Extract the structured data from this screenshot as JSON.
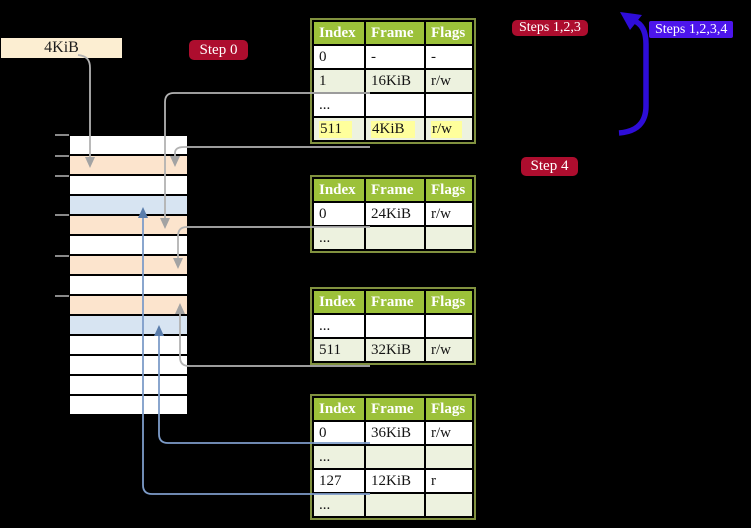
{
  "labels": {
    "frame_size": "4KiB",
    "step0": "Step 0",
    "steps123": "Steps 1,2,3",
    "steps1234": "Steps 1,2,3,4",
    "step4": "Step 4"
  },
  "colors": {
    "badge_red": "#AD0D2E",
    "badge_violet": "#4D15EC",
    "header_green": "#9CC13A",
    "row_green": "#EDF2DF",
    "highlight_yellow": "#FFFF9C",
    "row_peach": "#FCE4CD",
    "row_blue": "#D7E4F2",
    "label_beige": "#FCEED2",
    "gray_line": "#B2B2B2",
    "gray_head": "#A3A3A3",
    "blue_line": "#7D9CC9",
    "blue_head": "#5A7DAC",
    "loop_arrow_blue": "#2E0DD8"
  },
  "tables": [
    {
      "name": "page-table-top",
      "headers": [
        "Index",
        "Frame",
        "Flags"
      ],
      "rows": [
        {
          "cells": [
            "0",
            "-",
            "-"
          ],
          "shade": false,
          "highlight": false
        },
        {
          "cells": [
            "1",
            "16KiB",
            "r/w"
          ],
          "shade": true,
          "highlight": false
        },
        {
          "cells": [
            "...",
            "",
            ""
          ],
          "shade": false,
          "highlight": false
        },
        {
          "cells": [
            "511",
            "4KiB",
            "r/w"
          ],
          "shade": true,
          "highlight": true
        }
      ]
    },
    {
      "name": "page-table-second",
      "headers": [
        "Index",
        "Frame",
        "Flags"
      ],
      "rows": [
        {
          "cells": [
            "0",
            "24KiB",
            "r/w"
          ],
          "shade": false,
          "highlight": false
        },
        {
          "cells": [
            "...",
            "",
            ""
          ],
          "shade": true,
          "highlight": false
        }
      ]
    },
    {
      "name": "page-table-third",
      "headers": [
        "Index",
        "Frame",
        "Flags"
      ],
      "rows": [
        {
          "cells": [
            "...",
            "",
            ""
          ],
          "shade": false,
          "highlight": false
        },
        {
          "cells": [
            "511",
            "32KiB",
            "r/w"
          ],
          "shade": true,
          "highlight": false
        }
      ]
    },
    {
      "name": "page-table-bottom",
      "headers": [
        "Index",
        "Frame",
        "Flags"
      ],
      "rows": [
        {
          "cells": [
            "0",
            "36KiB",
            "r/w"
          ],
          "shade": false,
          "highlight": false
        },
        {
          "cells": [
            "...",
            "",
            ""
          ],
          "shade": true,
          "highlight": false
        },
        {
          "cells": [
            "127",
            "12KiB",
            "r"
          ],
          "shade": false,
          "highlight": false
        },
        {
          "cells": [
            "...",
            "",
            ""
          ],
          "shade": true,
          "highlight": false
        }
      ]
    }
  ],
  "memory_strip": {
    "rows": [
      "white",
      "peach",
      "white",
      "blue",
      "peach",
      "white",
      "peach",
      "white",
      "peach",
      "blue",
      "white",
      "white",
      "white",
      "white"
    ],
    "tick_tops": [
      134,
      155,
      175,
      214,
      255,
      295
    ]
  }
}
